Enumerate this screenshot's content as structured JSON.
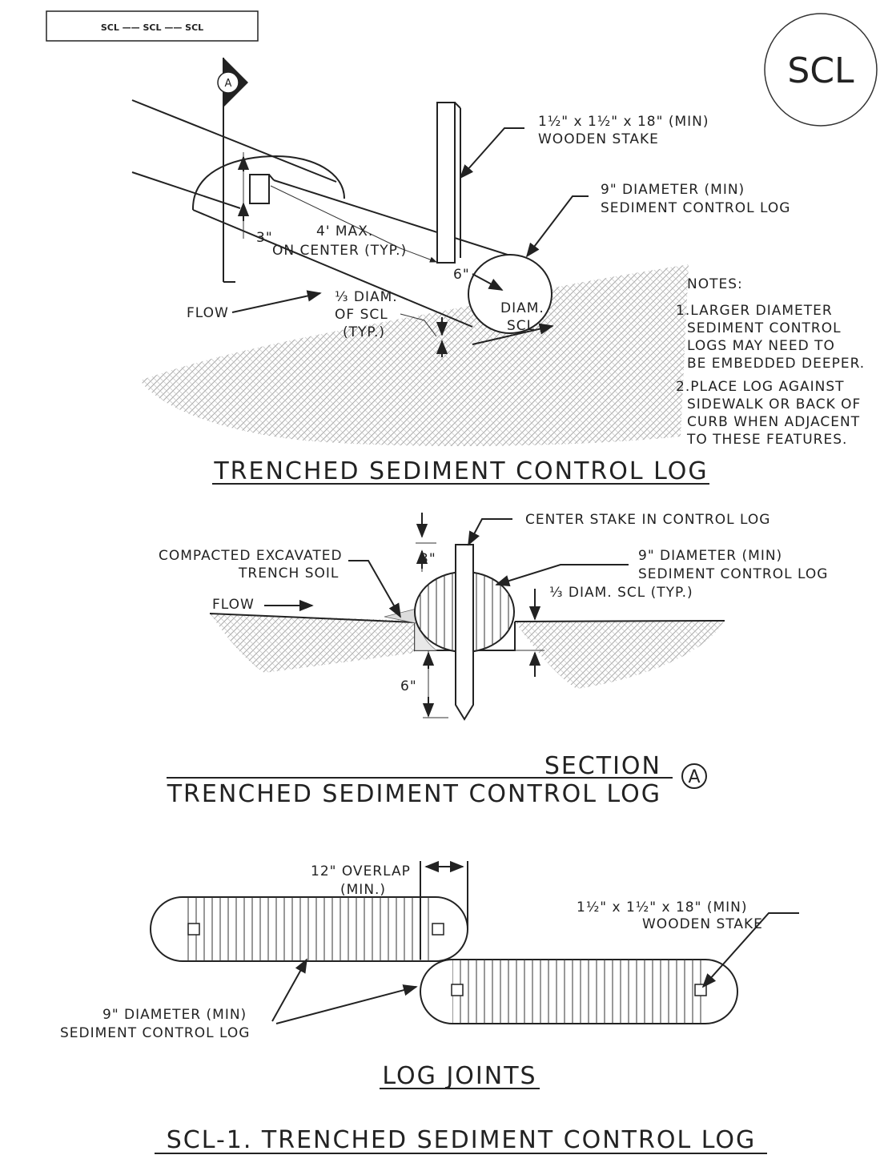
{
  "legend": {
    "line_text": "SCL —— SCL —— SCL"
  },
  "badge": {
    "label": "SCL"
  },
  "section_marker": {
    "letter": "A"
  },
  "top_view": {
    "stake_label": [
      "1½\" x 1½\" x 18\" (MIN)",
      "WOODEN STAKE"
    ],
    "log_label": [
      "9\" DIAMETER (MIN)",
      "SEDIMENT CONTROL LOG"
    ],
    "dim_3": "3\"",
    "spacing_label": [
      "4' MAX.",
      "ON CENTER (TYP.)"
    ],
    "dim_6": "6\"",
    "flow": "FLOW",
    "embed_label": [
      "⅓ DIAM.",
      "OF SCL",
      "(TYP.)"
    ],
    "diam_label": [
      "DIAM.",
      "SCL"
    ],
    "notes_title": "NOTES:",
    "notes": [
      [
        "1.LARGER DIAMETER",
        "SEDIMENT CONTROL",
        "LOGS MAY NEED TO",
        "BE EMBEDDED DEEPER."
      ],
      [
        "2.PLACE LOG AGAINST",
        "SIDEWALK OR BACK OF",
        "CURB WHEN ADJACENT",
        "TO THESE FEATURES."
      ]
    ],
    "title": "TRENCHED SEDIMENT CONTROL LOG"
  },
  "section_view": {
    "center_stake": "CENTER STAKE IN CONTROL LOG",
    "compacted_label": [
      "COMPACTED EXCAVATED",
      "TRENCH SOIL"
    ],
    "dim_3": "3\"",
    "log_label": [
      "9\" DIAMETER (MIN)",
      "SEDIMENT CONTROL LOG"
    ],
    "embed_label": "⅓ DIAM. SCL (TYP.)",
    "flow": "FLOW",
    "dim_6": "6\"",
    "section_word": "SECTION",
    "title": "TRENCHED SEDIMENT CONTROL LOG",
    "marker": "A"
  },
  "joints_view": {
    "overlap_label": [
      "12\" OVERLAP",
      "(MIN.)"
    ],
    "stake_label": [
      "1½\" x 1½\" x 18\" (MIN)",
      "WOODEN STAKE"
    ],
    "log_label": [
      "9\" DIAMETER (MIN)",
      "SEDIMENT CONTROL LOG"
    ],
    "title": "LOG JOINTS"
  },
  "sheet_title": "SCL-1. TRENCHED SEDIMENT CONTROL LOG"
}
